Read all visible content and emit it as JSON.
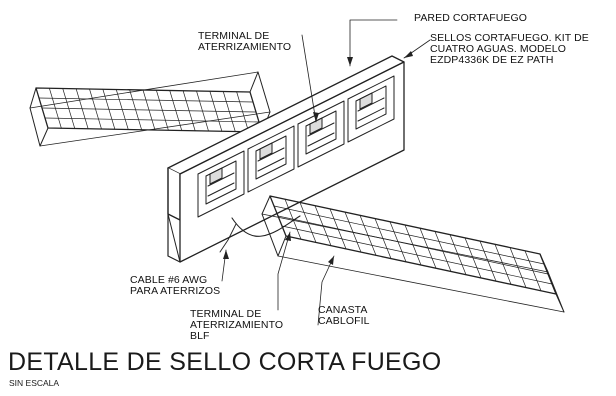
{
  "labels": {
    "pared": "PARED CORTAFUEGO",
    "sellos": "SELLOS CORTAFUEGO. KIT DE\nCUATRO AGUAS. MODELO\nEZDP4336K DE EZ PATH",
    "terminal_top": "TERMINAL DE\nATERRIZAMIENTO",
    "cable": "CABLE #6 AWG\nPARA ATERRIZOS",
    "terminal_blf": "TERMINAL DE\nATERRIZAMIENTO\nBLF",
    "canasta": "CANASTA\nCABLOFIL"
  },
  "title": "DETALLE DE SELLO CORTA FUEGO",
  "subtitle": "SIN ESCALA"
}
